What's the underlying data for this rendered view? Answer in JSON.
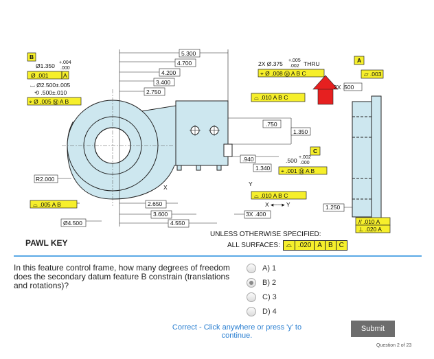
{
  "drawing": {
    "title": "PAWL KEY",
    "unless_note": "UNLESS OTHERWISE SPECIFIED:",
    "all_surfaces_label": "ALL SURFACES:",
    "all_surfaces_fcf": [
      "⌓",
      ".020",
      "A",
      "B",
      "C"
    ],
    "dims": {
      "d5300": "5.300",
      "d4700": "4.700",
      "d4200": "4.200",
      "d3400": "3.400",
      "d2750": "2.750",
      "d750": ".750",
      "d1350": "1.350",
      "d940": ".940",
      "d1340": "1.340",
      "d2650": "2.650",
      "d3600": "3.600",
      "d4550": "4.550",
      "d1250": "1.250",
      "r2000": "R2.000",
      "dia4500": "Ø4.500",
      "x3400": "3X .400",
      "x2500": "2X .500"
    },
    "callouts": {
      "datum_b": "B",
      "datum_a": "A",
      "datum_c": "C",
      "dia1350": "Ø1.350",
      "dia1350_tol_plus": "+.004",
      "dia1350_tol_minus": ".000",
      "fcf_b_sym": "Ø .001",
      "fcf_b_ref": "A",
      "cbore": "⌴ Ø2.500±.005",
      "cdepth": "⟲ .500±.010",
      "fcf_pos1": [
        "⌖",
        "Ø .005 Ⓜ",
        "A",
        "B"
      ],
      "hole_note": "2X Ø.375",
      "hole_tol_plus": "+.005",
      "hole_tol_minus": ".002",
      "hole_thru": "THRU",
      "fcf_hole": [
        "⌖",
        "Ø .008 Ⓜ",
        "A",
        "B",
        "C"
      ],
      "fcf_prof1": [
        "⌓",
        ".010",
        "A",
        "B",
        "C"
      ],
      "slot": ".500",
      "slot_tol_plus": "+.002",
      "slot_tol_minus": ".000",
      "fcf_slot": [
        "⌖",
        ".001 Ⓜ",
        "A",
        "B"
      ],
      "fcf_prof2": [
        "⌓",
        ".010",
        "A",
        "B",
        "C"
      ],
      "fcf_prof3": [
        "⌓",
        ".005",
        "A",
        "B"
      ],
      "fcf_flat": [
        "▱",
        ".003"
      ],
      "fcf_par": [
        "//",
        ".010",
        "A"
      ],
      "fcf_perp": [
        "⊥",
        ".020",
        "A"
      ],
      "label_x": "X",
      "label_y": "Y",
      "xy_arrow": "X ◂──▸ Y"
    }
  },
  "question": {
    "text": "In this feature control frame, how many degrees of freedom does the secondary datum feature B constrain (translations and rotations)?",
    "options": [
      {
        "label": "A) 1",
        "selected": false
      },
      {
        "label": "B) 2",
        "selected": true
      },
      {
        "label": "C) 3",
        "selected": false
      },
      {
        "label": "D) 4",
        "selected": false
      }
    ]
  },
  "feedback": "Correct - Click anywhere or press 'y' to continue.",
  "submit_label": "Submit",
  "progress": "Question 2 of 23"
}
